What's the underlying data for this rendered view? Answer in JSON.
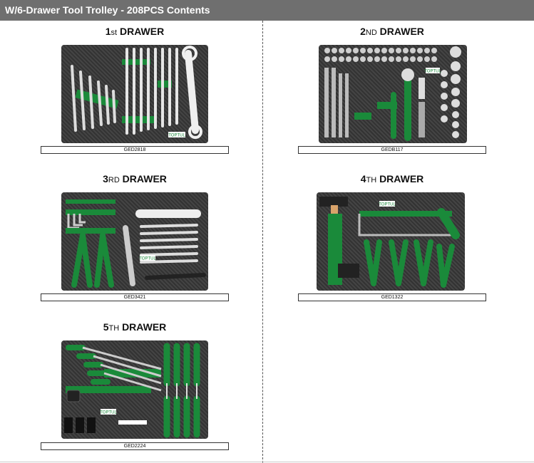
{
  "page": {
    "title": "W/6-Drawer Tool Trolley - 208PCS Contents"
  },
  "drawers": [
    {
      "num": "1",
      "ord": "st",
      "label": "DRAWER",
      "code": "GED2818",
      "brand": "TOPTUL"
    },
    {
      "num": "2",
      "ord": "ND",
      "label": "DRAWER",
      "code": "GEDB117",
      "brand": "TOPTUL"
    },
    {
      "num": "3",
      "ord": "RD",
      "label": "DRAWER",
      "code": "GED3421",
      "brand": "TOPTUL"
    },
    {
      "num": "4",
      "ord": "TH",
      "label": "DRAWER",
      "code": "GED1322",
      "brand": "TOPTUL"
    },
    {
      "num": "5",
      "ord": "TH",
      "label": "DRAWER",
      "code": "GED2224",
      "brand": "TOPTUL"
    }
  ],
  "colors": {
    "header_bg": "#6f6f6f",
    "tray_green": "#1a8a3a",
    "tray_bg": "#3a3a3a"
  }
}
